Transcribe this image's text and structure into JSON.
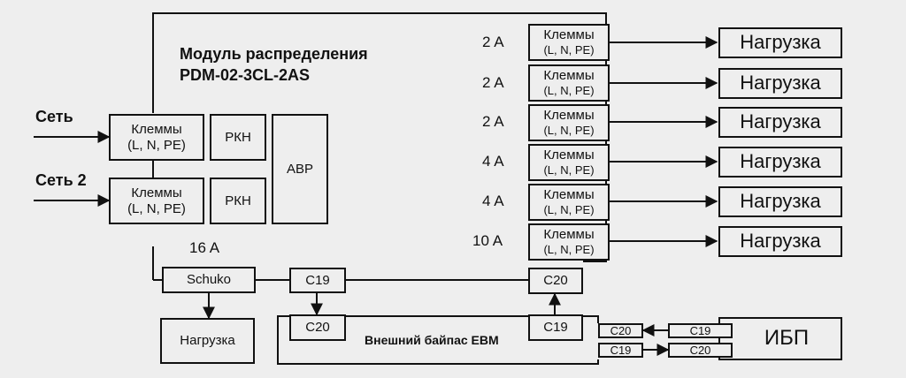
{
  "module": {
    "title": "Модуль распределения",
    "model": "PDM-02-3CL-2AS"
  },
  "inputs": [
    {
      "label": "Сеть",
      "terminal_line1": "Клеммы",
      "terminal_line2": "(L, N, PE)",
      "rkn": "РКН"
    },
    {
      "label": "Сеть 2",
      "terminal_line1": "Клеммы",
      "terminal_line2": "(L, N, PE)",
      "rkn": "РКН"
    }
  ],
  "avr": "АВР",
  "schuko": {
    "current": "16 A",
    "label": "Schuko"
  },
  "outputs": [
    {
      "current": "2 A",
      "terminal_line1": "Клеммы",
      "terminal_line2": "(L, N, PE)",
      "load": "Нагрузка"
    },
    {
      "current": "2 A",
      "terminal_line1": "Клеммы",
      "terminal_line2": "(L, N, PE)",
      "load": "Нагрузка"
    },
    {
      "current": "2 A",
      "terminal_line1": "Клеммы",
      "terminal_line2": "(L, N, PE)",
      "load": "Нагрузка"
    },
    {
      "current": "4 A",
      "terminal_line1": "Клеммы",
      "terminal_line2": "(L, N, PE)",
      "load": "Нагрузка"
    },
    {
      "current": "4 A",
      "terminal_line1": "Клеммы",
      "terminal_line2": "(L, N, PE)",
      "load": "Нагрузка"
    },
    {
      "current": "10 A",
      "terminal_line1": "Клеммы",
      "terminal_line2": "(L, N, PE)",
      "load": "Нагрузка"
    }
  ],
  "bottom": {
    "schuko_load": "Нагрузка",
    "c19_top": "C19",
    "c20_module": "C20",
    "c20_bypass": "C20",
    "c19_bypass": "C19",
    "bypass_label": "Внешний байпас EBM",
    "bypass_c20_in": "C20",
    "bypass_c19_out": "C19",
    "ups_c19": "C19",
    "ups_c20": "C20",
    "ups": "ИБП"
  },
  "colors": {
    "line": "#111111",
    "background": "#eeeeee"
  }
}
